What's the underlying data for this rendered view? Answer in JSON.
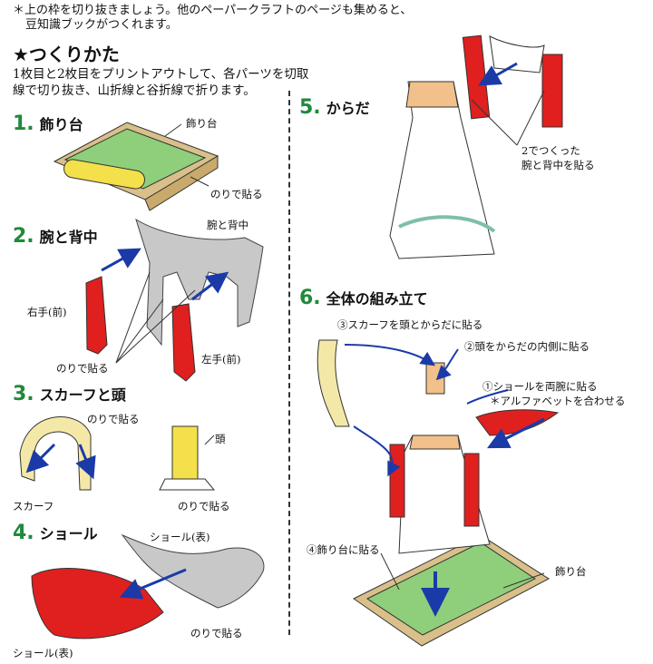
{
  "note": {
    "line1": "＊上の枠を切り抜きましょう。他のペーパークラフトのページも集めると、",
    "line2": "豆知識ブックがつくれます。"
  },
  "heading": "★つくりかた",
  "intro": {
    "line1": "1枚目と2枚目をプリントアウトして、各パーツを切取",
    "line2": "線で切り抜き、山折線と谷折線で折ります。"
  },
  "steps": [
    {
      "num": "1.",
      "label": "飾り台"
    },
    {
      "num": "2.",
      "label": "腕と背中"
    },
    {
      "num": "3.",
      "label": "スカーフと頭"
    },
    {
      "num": "4.",
      "label": "ショール"
    },
    {
      "num": "5.",
      "label": "からだ"
    },
    {
      "num": "6.",
      "label": "全体の組み立て"
    }
  ],
  "labels": {
    "step1_base": "飾り台",
    "step1_glue": "のりで貼る",
    "step2_armback": "腕と背中",
    "step2_right": "右手(前)",
    "step2_left": "左手(前)",
    "step2_glue": "のりで貼る",
    "step3_glue_top": "のりで貼る",
    "step3_scarf": "スカーフ",
    "step3_head": "頭",
    "step3_glue_bottom": "のりで貼る",
    "step4_shawl_front": "ショール(表)",
    "step4_glue": "のりで貼る",
    "step4_shawl_front2": "ショール(表)",
    "step5_note1": "2でつくった",
    "step5_note2": "腕と背中を貼る",
    "step6_n3": "③スカーフを頭とからだに貼る",
    "step6_n2": "②頭をからだの内側に貼る",
    "step6_n1": "①ショールを両腕に貼る",
    "step6_alpha": "＊アルファベットを合わせる",
    "step6_n4": "④飾り台に貼る",
    "step6_base": "飾り台"
  },
  "colors": {
    "green": "#1f8a3b",
    "red": "#e01f1f",
    "arrow": "#1b3aa8",
    "base_green": "#8fce7a",
    "base_tan": "#d9c08a",
    "scarf_yellow": "#f4e8a8",
    "grey": "#c8c8c8"
  }
}
